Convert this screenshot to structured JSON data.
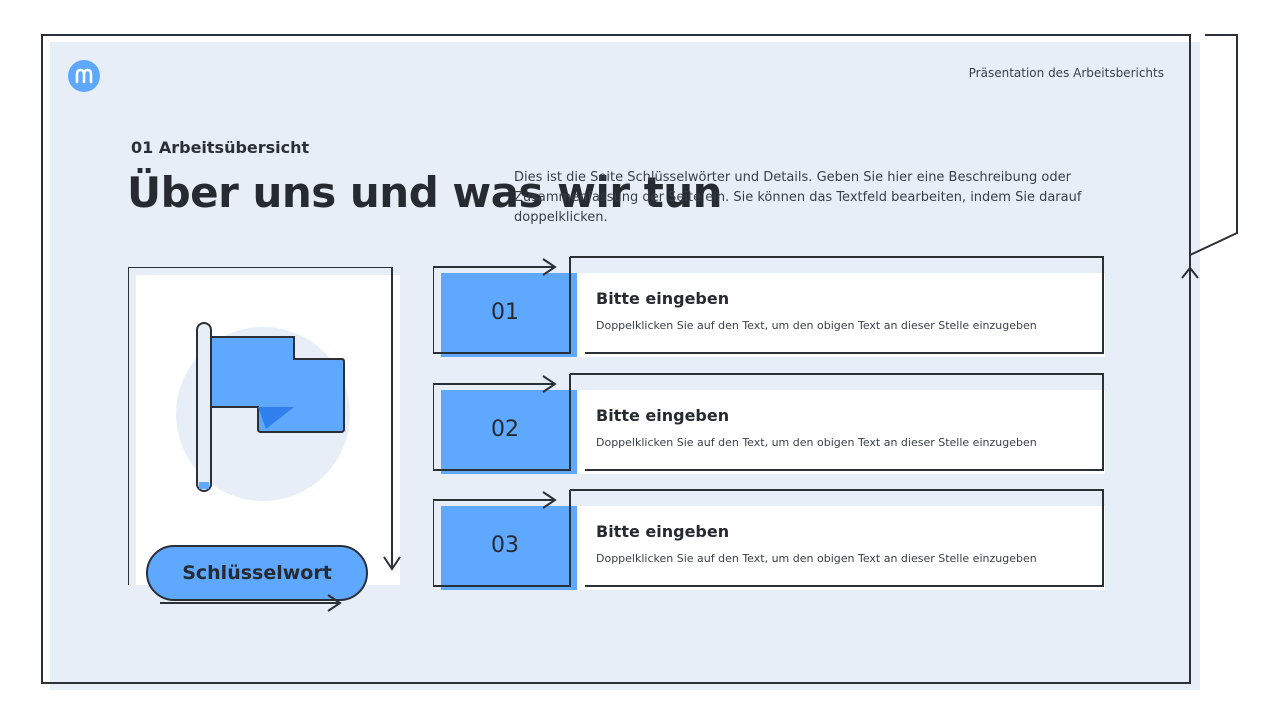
{
  "header": {
    "caption": "Präsentation des Arbeitsberichts",
    "logo_icon": "m-logo-icon"
  },
  "section": {
    "label": "01 Arbeitsübersicht",
    "title": "Über uns und was wir tun",
    "description": "Dies ist die Seite Schlüsselwörter und Details. Geben Sie hier eine Beschreibung oder Zusammenfassung der Seite ein. Sie können das Textfeld bearbeiten, indem Sie darauf doppelklicken."
  },
  "keyword": {
    "label": "Schlüsselwort",
    "icon": "flag-icon"
  },
  "items": [
    {
      "number": "01",
      "title": "Bitte eingeben",
      "desc": "Doppelklicken Sie auf den Text, um den obigen Text an dieser Stelle einzugeben"
    },
    {
      "number": "02",
      "title": "Bitte eingeben",
      "desc": "Doppelklicken Sie auf den Text, um den obigen Text an dieser Stelle einzugeben"
    },
    {
      "number": "03",
      "title": "Bitte eingeben",
      "desc": "Doppelklicken Sie auf den Text, um den obigen Text an dieser Stelle einzugeben"
    }
  ],
  "colors": {
    "accent": "#5fa8ff",
    "background": "#e8eef8",
    "outline": "#2b2f36"
  }
}
